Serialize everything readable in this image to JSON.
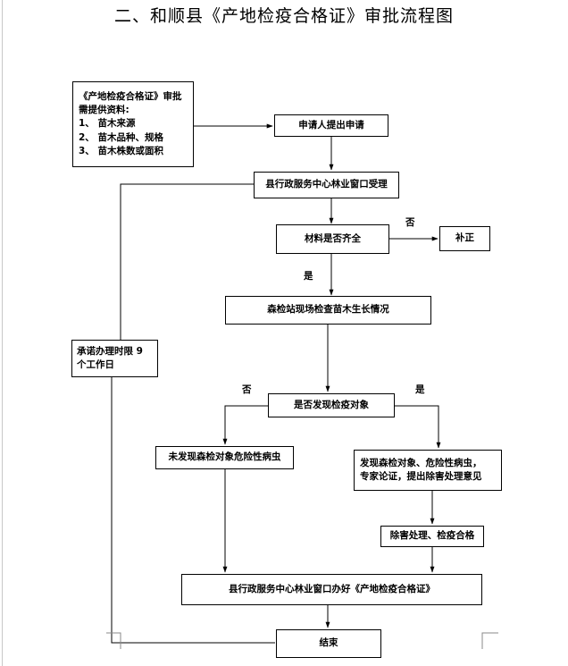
{
  "title": "二、和顺县《产地检疫合格证》审批流程图",
  "boxes": {
    "materials_line1": "《产地检疫合格证》审批",
    "materials_line2": "需提供资料:",
    "materials_item1": "1、 苗木来源",
    "materials_item2": "2、 苗木品种、规格",
    "materials_item3": "3、 苗木株数或面积",
    "apply": "申请人提出申请",
    "accept": "县行政服务中心林业窗口受理",
    "complete_check": "材料是否齐全",
    "supplement": "补正",
    "site_inspect": "森检站现场检查苗木生长情况",
    "promise_line1": "承诺办理时限 9",
    "promise_line2": "个工作日",
    "found_check": "是否发现检疫对象",
    "not_found": "未发现森检对象危险性病虫",
    "found_line1": "发现森检对象、危险性病虫，",
    "found_line2": "专家论证，提出除害处理意见",
    "treat": "除害处理、检疫合格",
    "issue": "县行政服务中心林业窗口办好《产地检疫合格证》",
    "end": "结束"
  },
  "labels": {
    "no_1": "否",
    "yes_1": "是",
    "no_2": "否",
    "yes_2": "是"
  }
}
